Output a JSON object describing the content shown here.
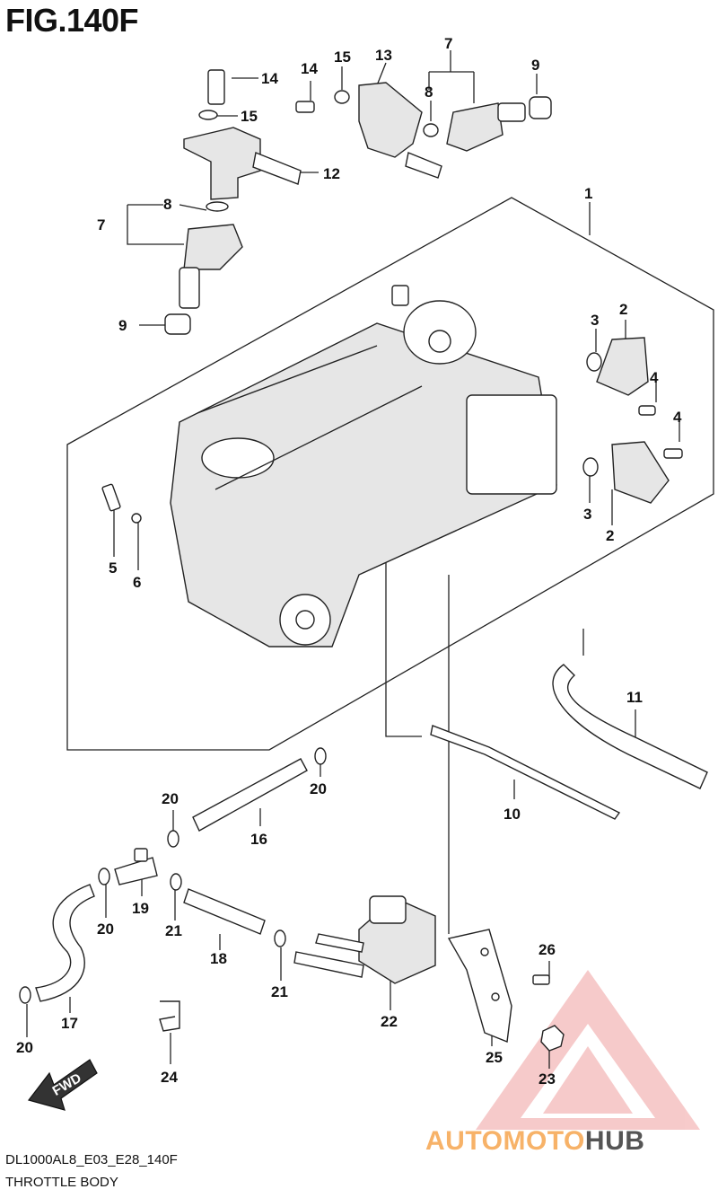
{
  "figure": {
    "title": "FIG.140F",
    "code": "DL1000AL8_E03_E28_140F",
    "caption": "THROTTLE BODY"
  },
  "fwd_label": "FWD",
  "watermark": {
    "part1": "AUTOMOTO",
    "part2": "HUB",
    "color_accent": "#f08a8a",
    "color_text": "#555555"
  },
  "callouts": [
    "1",
    "2",
    "2",
    "3",
    "3",
    "4",
    "4",
    "5",
    "6",
    "7",
    "7",
    "8",
    "8",
    "9",
    "9",
    "10",
    "11",
    "12",
    "13",
    "14",
    "14",
    "15",
    "15",
    "16",
    "17",
    "18",
    "19",
    "20",
    "20",
    "20",
    "20",
    "21",
    "21",
    "22",
    "23",
    "24",
    "25",
    "26"
  ]
}
